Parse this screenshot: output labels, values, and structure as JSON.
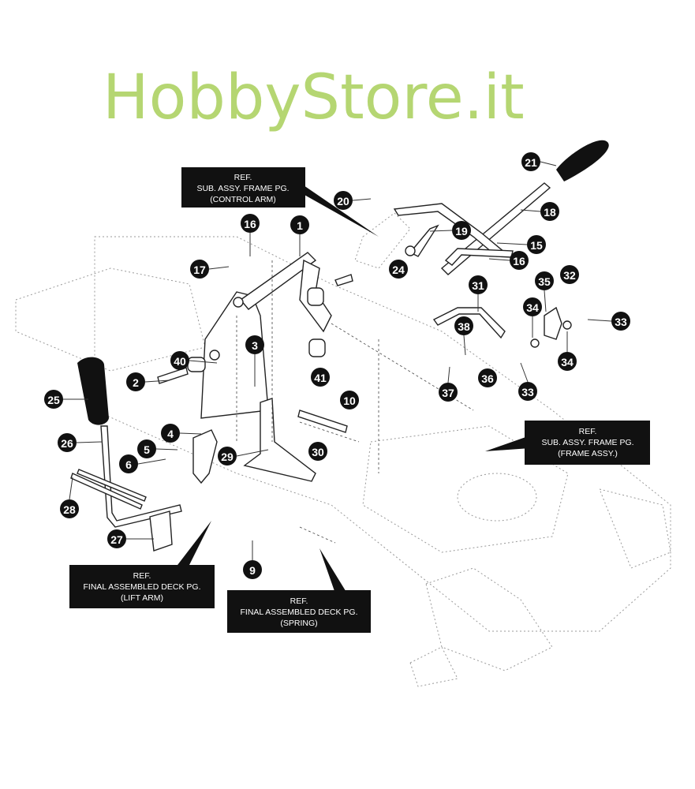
{
  "diagram": {
    "watermark": "HobbyStore.it",
    "watermark_color": "#a9cf5a",
    "callouts": [
      "21",
      "20",
      "18",
      "16",
      "1",
      "19",
      "15",
      "17",
      "24",
      "16",
      "31",
      "35",
      "32",
      "34",
      "33",
      "38",
      "3",
      "40",
      "41",
      "34",
      "36",
      "2",
      "37",
      "33",
      "10",
      "25",
      "4",
      "26",
      "29",
      "5",
      "30",
      "6",
      "28",
      "27",
      "9"
    ],
    "references": [
      {
        "lines": [
          "REF.",
          "SUB. ASSY. FRAME PG.",
          "(CONTROL ARM)"
        ]
      },
      {
        "lines": [
          "REF.",
          "SUB. ASSY. FRAME PG.",
          "(FRAME ASSY.)"
        ]
      },
      {
        "lines": [
          "REF.",
          "FINAL ASSEMBLED DECK PG.",
          "(LIFT ARM)"
        ]
      },
      {
        "lines": [
          "REF.",
          "FINAL ASSEMBLED DECK PG.",
          "(SPRING)"
        ]
      }
    ]
  }
}
